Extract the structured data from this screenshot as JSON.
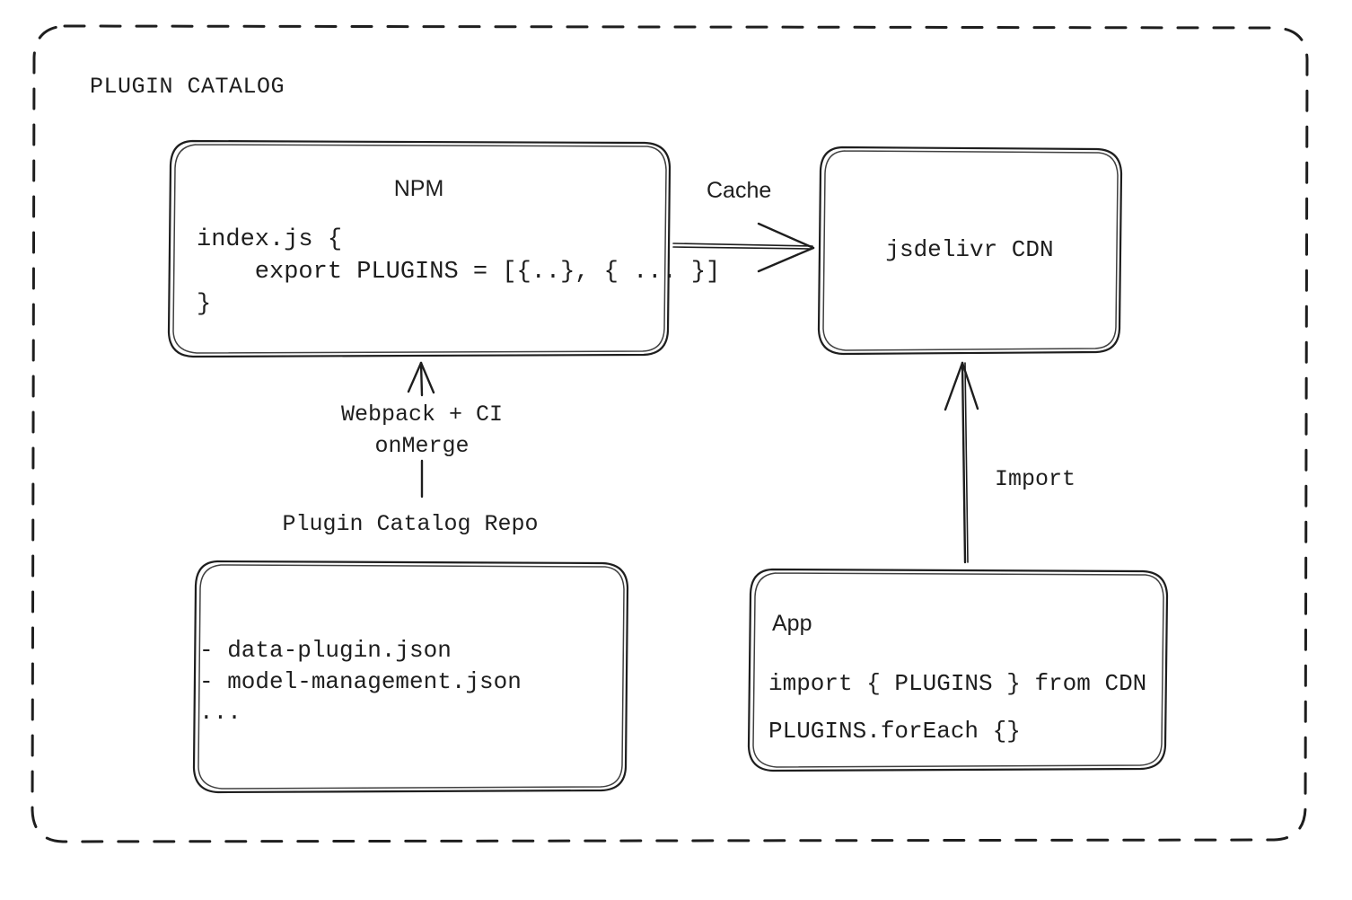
{
  "frame": {
    "title": "PLUGIN CATALOG",
    "style": "dashed-rounded-rectangle"
  },
  "nodes": {
    "npm": {
      "title": "NPM",
      "code_lines": [
        "index.js {",
        "    export PLUGINS = [{..}, { ... }]",
        "}"
      ],
      "code_text": "index.js {\n    export PLUGINS = [{..}, { ... }]\n}"
    },
    "cdn": {
      "title": "jsdelivr CDN"
    },
    "repo": {
      "title": "Plugin Catalog Repo",
      "items": [
        "- data-plugin.json",
        "- model-management.json",
        "..."
      ],
      "items_text": "- data-plugin.json\n- model-management.json\n..."
    },
    "app": {
      "title": "App",
      "code_lines": [
        "import { PLUGINS } from CDN",
        "PLUGINS.forEach {}"
      ],
      "code_text": "import { PLUGINS } from CDN\nPLUGINS.forEach {}"
    }
  },
  "edges": {
    "npm_to_cdn": {
      "label": "Cache",
      "direction": "right"
    },
    "repo_to_npm": {
      "label": "Webpack + CI\nonMerge",
      "label_line_1": "Webpack + CI",
      "label_line_2": "onMerge",
      "direction": "up"
    },
    "app_to_cdn": {
      "label": "Import",
      "direction": "up"
    }
  },
  "colors": {
    "stroke": "#1e1e1e",
    "background": "#ffffff",
    "text": "#1e1e1e"
  }
}
